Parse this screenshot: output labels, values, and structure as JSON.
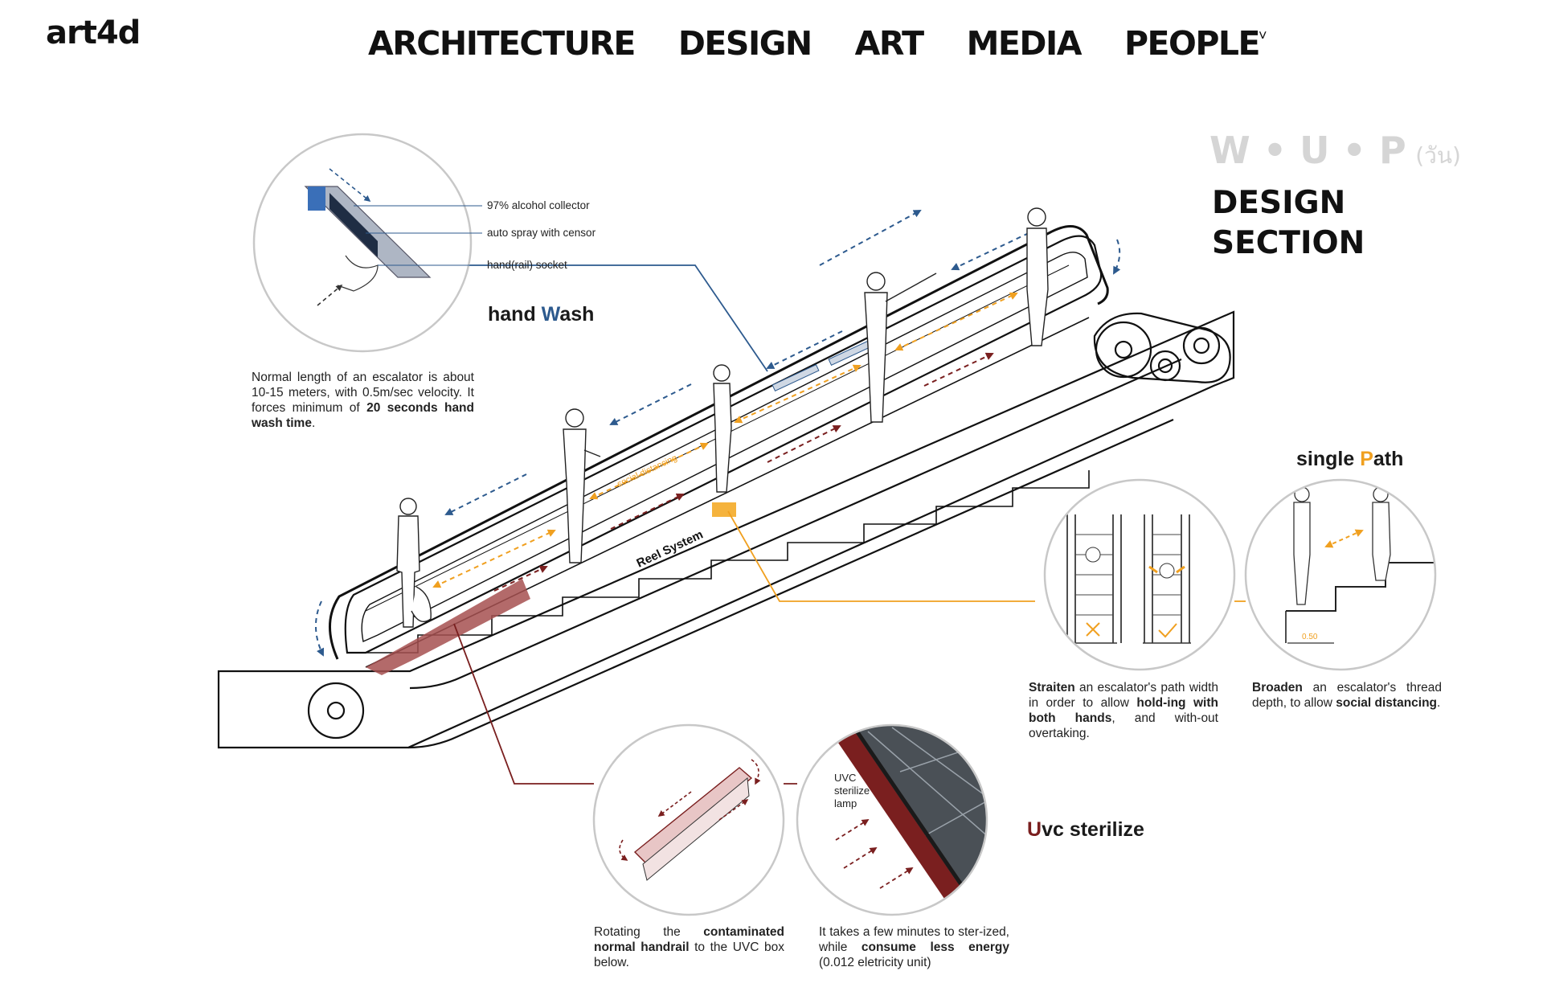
{
  "site": {
    "logo": "art4d",
    "nav": [
      "ARCHITECTURE",
      "DESIGN",
      "ART",
      "MEDIA",
      "PEOPLE"
    ],
    "nav_caret": "˅"
  },
  "header": {
    "wup_letters": "W • U • P",
    "wup_thai": "(วัน)",
    "title_line1": "DESIGN",
    "title_line2": "SECTION"
  },
  "hand_wash": {
    "title_pre": "hand ",
    "title_key": "W",
    "title_post": "ash",
    "callout_1": "97% alcohol collector",
    "callout_2": "auto spray with censor",
    "callout_3": "hand(rail) socket",
    "desc_a": "Normal length of an escalator is about 10-15 meters, with 0.5m/sec velocity. It forces minimum of ",
    "desc_b": "20 seconds hand wash time",
    "desc_c": "."
  },
  "escalator": {
    "reel_label": "Reel System",
    "distancing_label": "social distancing"
  },
  "single_path": {
    "title_pre": "single ",
    "title_key": "P",
    "title_post": "ath",
    "depth_label": "0.50",
    "desc1_a": "Straiten",
    "desc1_b": " an escalator's path width in order to allow ",
    "desc1_c": "hold-ing with both hands",
    "desc1_d": ", and with-out overtaking.",
    "desc2_a": "Broaden",
    "desc2_b": " an escalator's thread depth, to allow ",
    "desc2_c": "social distancing",
    "desc2_d": "."
  },
  "uvc": {
    "title_key": "U",
    "title_post": "vc sterilize",
    "lamp_label_1": "UVC",
    "lamp_label_2": "sterilize",
    "lamp_label_3": "lamp",
    "desc1_a": "Rotating the ",
    "desc1_b": "contaminated normal handrail",
    "desc1_c": " to the UVC box below.",
    "desc2_a": "It takes a few minutes to ster-ized, while ",
    "desc2_b": "consume less energy",
    "desc2_c": " (0.012 eletricity unit)"
  },
  "colors": {
    "blue": "#2d5a8e",
    "orange": "#f0a020",
    "maroon": "#7a1f1f",
    "wup_grey": "#d5d5d5"
  }
}
